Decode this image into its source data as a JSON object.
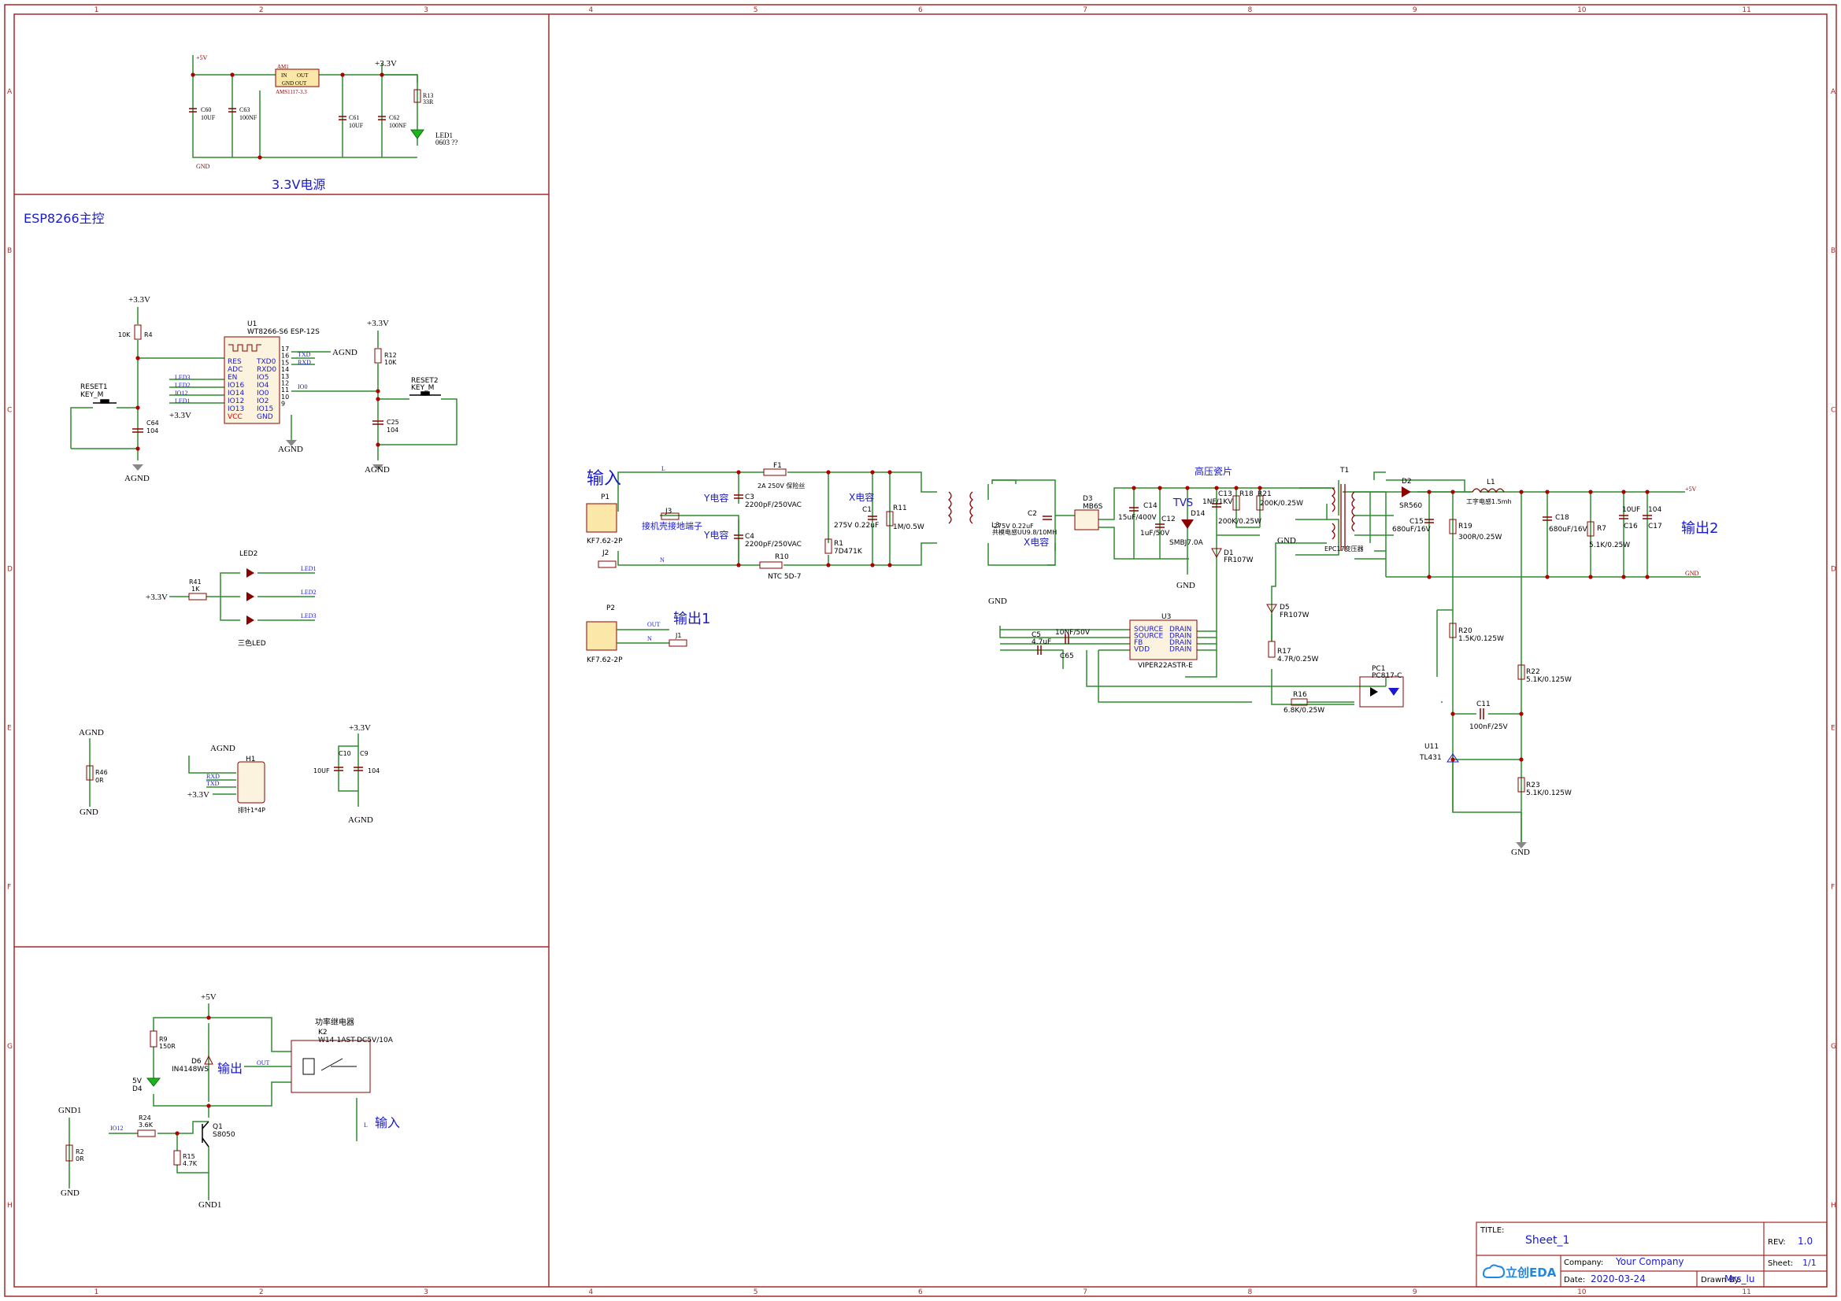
{
  "frame": {
    "col_labels": [
      "1",
      "2",
      "3",
      "4",
      "5",
      "6",
      "7",
      "8",
      "9",
      "10",
      "11"
    ],
    "row_labels": [
      "A",
      "B",
      "C",
      "D",
      "E",
      "F",
      "G",
      "H"
    ]
  },
  "titles": {
    "power33": "3.3V电源",
    "esp": "ESP8266主控",
    "input": "输入",
    "output1": "输出1",
    "output2": "输出2",
    "relay_out": "输出",
    "relay_in": "输入",
    "hv_cap": "高压瓷片",
    "y_cap": "Y电容",
    "x_cap": "X电容",
    "tvs": "TVS"
  },
  "nets": {
    "v5": "+5V",
    "v33": "+3.3V",
    "gnd": "GND",
    "agnd": "AGND",
    "gnd1": "GND1",
    "L": "L",
    "N": "N",
    "OUT": "OUT",
    "txd": "TXD",
    "rxd": "RXD",
    "io0": "IO0",
    "io12": "IO12",
    "led1": "LED1",
    "led2": "LED2",
    "led3": "LED3"
  },
  "parts": {
    "am1": {
      "ref": "AM1",
      "val": "AMS1117-3.3",
      "in": "IN",
      "out": "OUT",
      "gnd": "GND OUT"
    },
    "c60": {
      "ref": "C60",
      "val": "10UF"
    },
    "c63": {
      "ref": "C63",
      "val": "100NF"
    },
    "c61": {
      "ref": "C61",
      "val": "10UF"
    },
    "c62": {
      "ref": "C62",
      "val": "100NF"
    },
    "r13": {
      "ref": "R13",
      "val": "33R"
    },
    "led1": {
      "ref": "LED1",
      "val": "0603 ??"
    },
    "u1": {
      "ref": "U1",
      "val": "WT8266-S6 ESP-12S",
      "left": [
        "RES",
        "ADC",
        "EN",
        "IO16",
        "IO14",
        "IO12",
        "IO13",
        "VCC"
      ],
      "right": [
        "TXD0",
        "RXD0",
        "IO5",
        "IO4",
        "IO0",
        "IO2",
        "IO15",
        "GND"
      ],
      "rpins": [
        "17",
        "16",
        "15",
        "14",
        "13",
        "12",
        "11",
        "10",
        "9"
      ]
    },
    "r4": {
      "ref": "R4",
      "val": "10K"
    },
    "c64": {
      "ref": "C64",
      "val": "104"
    },
    "reset1": {
      "ref": "RESET1",
      "val": "KEY_M"
    },
    "r12": {
      "ref": "R12",
      "val": "10K"
    },
    "c25": {
      "ref": "C25",
      "val": "104"
    },
    "reset2": {
      "ref": "RESET2",
      "val": "KEY_M"
    },
    "led2": {
      "ref": "LED2",
      "val": "三色LED"
    },
    "r41": {
      "ref": "R41",
      "val": "1K"
    },
    "r46": {
      "ref": "R46",
      "val": "0R"
    },
    "h1": {
      "ref": "H1",
      "val": "排针1*4P"
    },
    "c10": {
      "ref": "C10",
      "val": "10UF"
    },
    "c9": {
      "ref": "C9",
      "val": "104"
    },
    "p1": {
      "ref": "P1",
      "val": "KF7.62-2P"
    },
    "p2": {
      "ref": "P2",
      "val": "KF7.62-2P"
    },
    "j2": {
      "ref": "J2"
    },
    "j3": {
      "ref": "J3",
      "val": "接机壳接地端子"
    },
    "j1": {
      "ref": "J1"
    },
    "f1": {
      "ref": "F1",
      "val": "2A 250V 保险丝"
    },
    "c3": {
      "ref": "C3",
      "val": "2200pF/250VAC"
    },
    "c4": {
      "ref": "C4",
      "val": "2200pF/250VAC"
    },
    "r10": {
      "ref": "R10",
      "val": "NTC 5D-7"
    },
    "r1": {
      "ref": "R1",
      "val": "7D471K"
    },
    "c1": {
      "ref": "C1",
      "val": "275V 0.22uF"
    },
    "r11": {
      "ref": "R11",
      "val": "1M/0.5W"
    },
    "l3": {
      "ref": "L3",
      "val": "共模电感UU9.8/10MH"
    },
    "c2": {
      "ref": "C2",
      "val": "275V 0.22uF"
    },
    "d3": {
      "ref": "D3",
      "val": "MB6S"
    },
    "c14": {
      "ref": "C14",
      "val": "15uF/400V"
    },
    "c12": {
      "ref": "C12",
      "val": "1uF/50V"
    },
    "d14": {
      "ref": "D14",
      "val": "SMBJ7.0A"
    },
    "c13": {
      "ref": "C13",
      "val": "1NF/1KV"
    },
    "r18": {
      "ref": "R18",
      "val": "200K/0.25W"
    },
    "r21": {
      "ref": "R21",
      "val": "200K/0.25W"
    },
    "d1": {
      "ref": "D1",
      "val": "FR107W"
    },
    "t1": {
      "ref": "T1",
      "val": "EPC17变压器"
    },
    "d2": {
      "ref": "D2",
      "val": "SR560"
    },
    "l1": {
      "ref": "L1",
      "val": "工字电感1.5mh"
    },
    "c15": {
      "ref": "C15",
      "val": "680uF/16V"
    },
    "r19": {
      "ref": "R19",
      "val": "300R/0.25W"
    },
    "c18": {
      "ref": "C18",
      "val": "680uF/16V"
    },
    "r7": {
      "ref": "R7",
      "val": "5.1K/0.25W"
    },
    "c16": {
      "ref": "C16",
      "val": "10UF"
    },
    "c17": {
      "ref": "C17",
      "val": "104"
    },
    "u3": {
      "ref": "U3",
      "val": "VIPER22ASTR-E",
      "left": [
        "SOURCE",
        "SOURCE",
        "FB",
        "VDD"
      ],
      "right": [
        "DRAIN",
        "DRAIN",
        "DRAIN",
        "DRAIN"
      ]
    },
    "c5": {
      "ref": "C5",
      "val": "4.7uF"
    },
    "c65": {
      "ref": "C65",
      "val": "10NF/50V"
    },
    "d5": {
      "ref": "D5",
      "val": "FR107W"
    },
    "r17": {
      "ref": "R17",
      "val": "4.7R/0.25W"
    },
    "r16": {
      "ref": "R16",
      "val": "6.8K/0.25W"
    },
    "pc1": {
      "ref": "PC1",
      "val": "PC817-C"
    },
    "r20": {
      "ref": "R20",
      "val": "1.5K/0.125W"
    },
    "r22": {
      "ref": "R22",
      "val": "5.1K/0.125W"
    },
    "c11": {
      "ref": "C11",
      "val": "100nF/25V"
    },
    "u11": {
      "ref": "U11",
      "val": "TL431"
    },
    "r23": {
      "ref": "R23",
      "val": "5.1K/0.125W"
    },
    "r9": {
      "ref": "R9",
      "val": "150R"
    },
    "d4": {
      "ref": "D4",
      "val": "5V"
    },
    "d6": {
      "ref": "D6",
      "val": "IN4148WS"
    },
    "k2": {
      "ref": "K2",
      "val": "W14-1AST-DC5V/10A",
      "title": "功率继电器"
    },
    "r24": {
      "ref": "R24",
      "val": "3.6K"
    },
    "q1": {
      "ref": "Q1",
      "val": "S8050"
    },
    "r15": {
      "ref": "R15",
      "val": "4.7K"
    },
    "r2": {
      "ref": "R2",
      "val": "0R"
    }
  },
  "titleblock": {
    "title_label": "TITLE:",
    "title": "Sheet_1",
    "rev_label": "REV:",
    "rev": "1.0",
    "company_label": "Company:",
    "company": "Your Company",
    "sheet_label": "Sheet:",
    "sheet": "1/1",
    "date_label": "Date:",
    "date": "2020-03-24",
    "drawn_label": "Drawn By:",
    "drawn": "Mrs_lu",
    "logo": "立创EDA"
  },
  "colors": {
    "frame": "#a52a2a",
    "wire": "#2e8b2e",
    "part": "#8b0000",
    "text_blue": "#1a1acd",
    "junction": "#b00000"
  }
}
